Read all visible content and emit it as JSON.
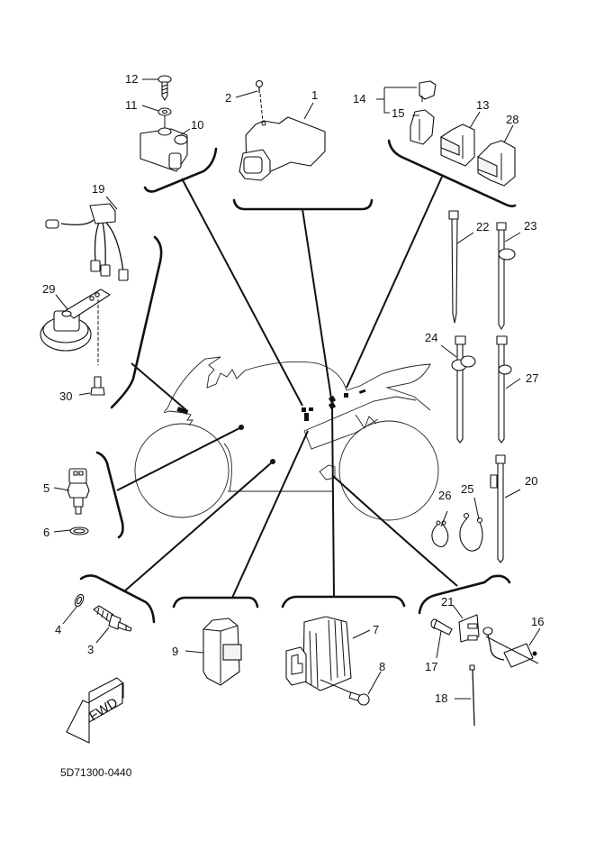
{
  "diagram": {
    "title": "Electrical exploded parts diagram",
    "drawing_code": "5D71300-0440",
    "direction_badge": "FWD",
    "callouts": [
      {
        "id": "1",
        "part": "ecu-unit"
      },
      {
        "id": "2",
        "part": "screw"
      },
      {
        "id": "3",
        "part": "switch-sensor"
      },
      {
        "id": "4",
        "part": "gasket"
      },
      {
        "id": "5",
        "part": "temperature-sensor"
      },
      {
        "id": "6",
        "part": "gasket"
      },
      {
        "id": "7",
        "part": "rectifier-regulator"
      },
      {
        "id": "8",
        "part": "bolt"
      },
      {
        "id": "9",
        "part": "relay-unit"
      },
      {
        "id": "10",
        "part": "sensor-unit"
      },
      {
        "id": "11",
        "part": "washer"
      },
      {
        "id": "12",
        "part": "screw"
      },
      {
        "id": "13",
        "part": "relay"
      },
      {
        "id": "14",
        "part": "relay-assembly"
      },
      {
        "id": "15",
        "part": "relay-holder"
      },
      {
        "id": "16",
        "part": "sensor-bracket"
      },
      {
        "id": "17",
        "part": "bolt"
      },
      {
        "id": "18",
        "part": "cable-tie"
      },
      {
        "id": "19",
        "part": "sub-wire-harness"
      },
      {
        "id": "20",
        "part": "band"
      },
      {
        "id": "21",
        "part": "bracket"
      },
      {
        "id": "22",
        "part": "cable-tie"
      },
      {
        "id": "23",
        "part": "band"
      },
      {
        "id": "24",
        "part": "band"
      },
      {
        "id": "25",
        "part": "clamp"
      },
      {
        "id": "26",
        "part": "clamp"
      },
      {
        "id": "27",
        "part": "band"
      },
      {
        "id": "28",
        "part": "relay"
      },
      {
        "id": "29",
        "part": "horn"
      },
      {
        "id": "30",
        "part": "bolt"
      }
    ]
  }
}
